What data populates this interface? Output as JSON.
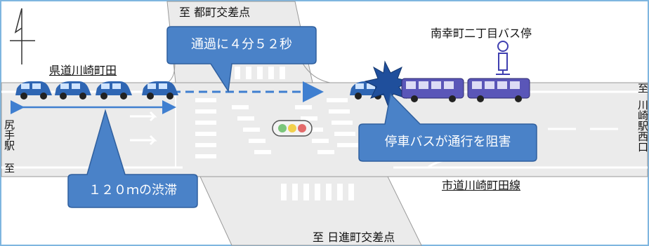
{
  "labels": {
    "to_tocho": "至 都町交差点",
    "to_nisshin": "至 日進町交差点",
    "prefectural_road": "県道川崎町田",
    "city_road": "市道川崎町田線",
    "bus_stop": "南幸町二丁目バス停",
    "left_station_top": "尻手駅",
    "left_station_to": "至",
    "right_top_to": "至",
    "right_station": "川崎駅西口"
  },
  "callouts": {
    "pass_time": "通過に４分５２秒",
    "jam_length": "１２０ｍの渋滞",
    "bus_block": "停車バスが通行を阻害"
  },
  "colors": {
    "road": "#ebebeb",
    "callout": "#4a82c8",
    "callout_border": "#2f5f9e",
    "car": "#2f66b3",
    "bus": "#5a56b8",
    "arrow": "#3f7fd0",
    "frame": "#7fb6e0"
  },
  "icons": {
    "north_arrow": "north-arrow-icon",
    "signal": "traffic-signal-icon",
    "bus_stop": "bus-stop-icon",
    "collision": "collision-burst-icon"
  }
}
